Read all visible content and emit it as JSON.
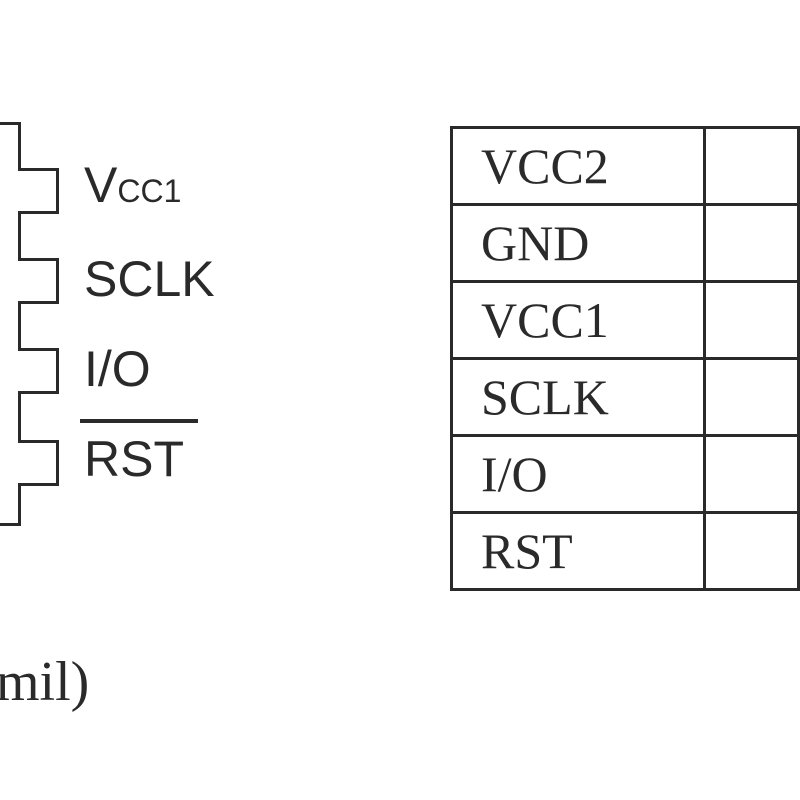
{
  "chip_pins": [
    {
      "label_main": "V",
      "label_sub": "CC1"
    },
    {
      "label_main": "SCLK",
      "label_sub": ""
    },
    {
      "label_main": "I/O",
      "label_sub": ""
    },
    {
      "label_main": "RST",
      "label_sub": ""
    }
  ],
  "caption": "mil)",
  "pin_table": {
    "rows": [
      {
        "name": "VCC2",
        "desc": ""
      },
      {
        "name": "GND",
        "desc": ""
      },
      {
        "name": "VCC1",
        "desc": ""
      },
      {
        "name": "SCLK",
        "desc": ""
      },
      {
        "name": "I/O",
        "desc": ""
      },
      {
        "name": "RST",
        "desc": ""
      }
    ]
  }
}
